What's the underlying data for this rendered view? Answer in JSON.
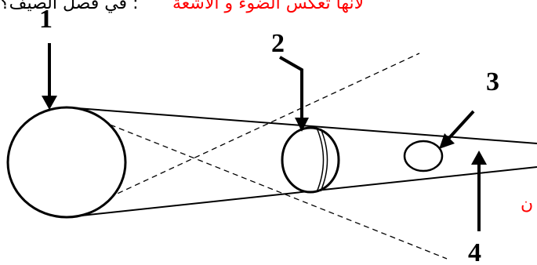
{
  "header": {
    "text_black": "في فصل الصيف؟ :",
    "text_red": "لأنها تعكس الضوء و الأشعة"
  },
  "labels": {
    "one": "1",
    "two": "2",
    "three": "3",
    "four": "4"
  },
  "side_note": {
    "text": "ن"
  },
  "colors": {
    "ink": "#000000",
    "accent": "#ff0000"
  }
}
